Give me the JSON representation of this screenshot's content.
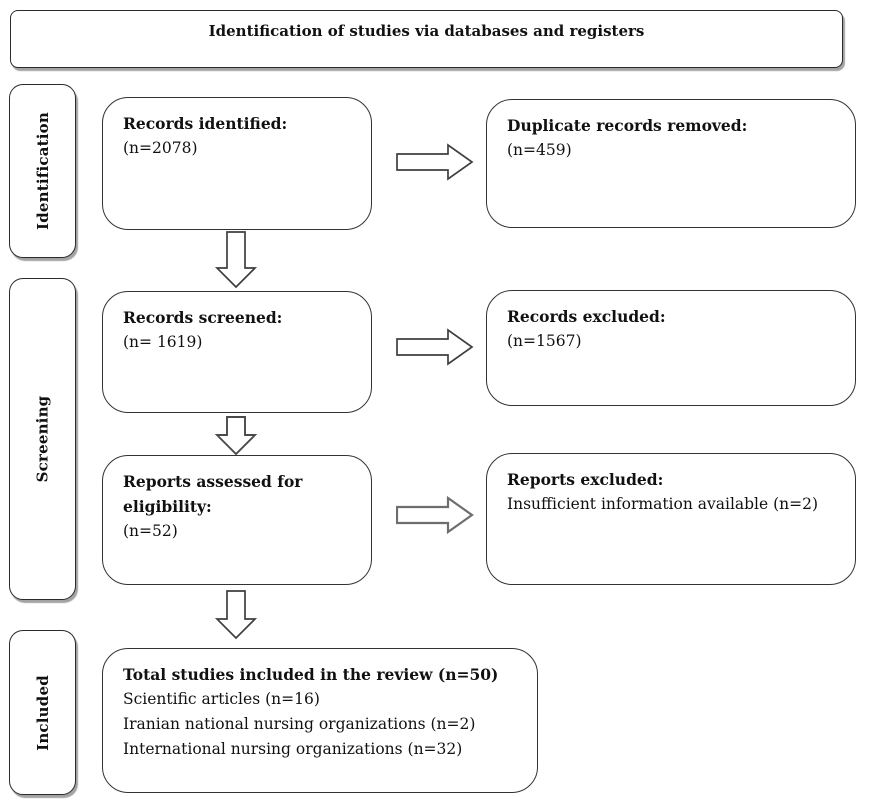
{
  "banner": {
    "title": "Identification of studies via databases and registers"
  },
  "sidebar": {
    "identification": "Identification",
    "screening": "Screening",
    "included": "Included"
  },
  "flow": {
    "records_identified": {
      "title": "Records identified:",
      "value": "(n=2078)"
    },
    "duplicate_records_removed": {
      "title": "Duplicate records removed:",
      "value": "(n=459)"
    },
    "records_screened": {
      "title": "Records screened:",
      "value": "(n= 1619)"
    },
    "records_excluded": {
      "title": "Records excluded:",
      "value": "(n=1567)"
    },
    "reports_assessed": {
      "title": "Reports assessed for eligibility:",
      "value": "(n=52)"
    },
    "reports_excluded": {
      "title": "Reports excluded:",
      "value": "Insufficient information available (n=2)"
    },
    "total_included": {
      "title": "Total studies included in the review (n=50)",
      "lines": [
        "Scientific articles (n=16)",
        "Iranian national nursing organizations (n=2)",
        "International nursing organizations (n=32)"
      ]
    }
  },
  "colors": {
    "border": "#333333",
    "shadow": "#a3a3a3",
    "background": "#ffffff",
    "text": "#111111"
  }
}
